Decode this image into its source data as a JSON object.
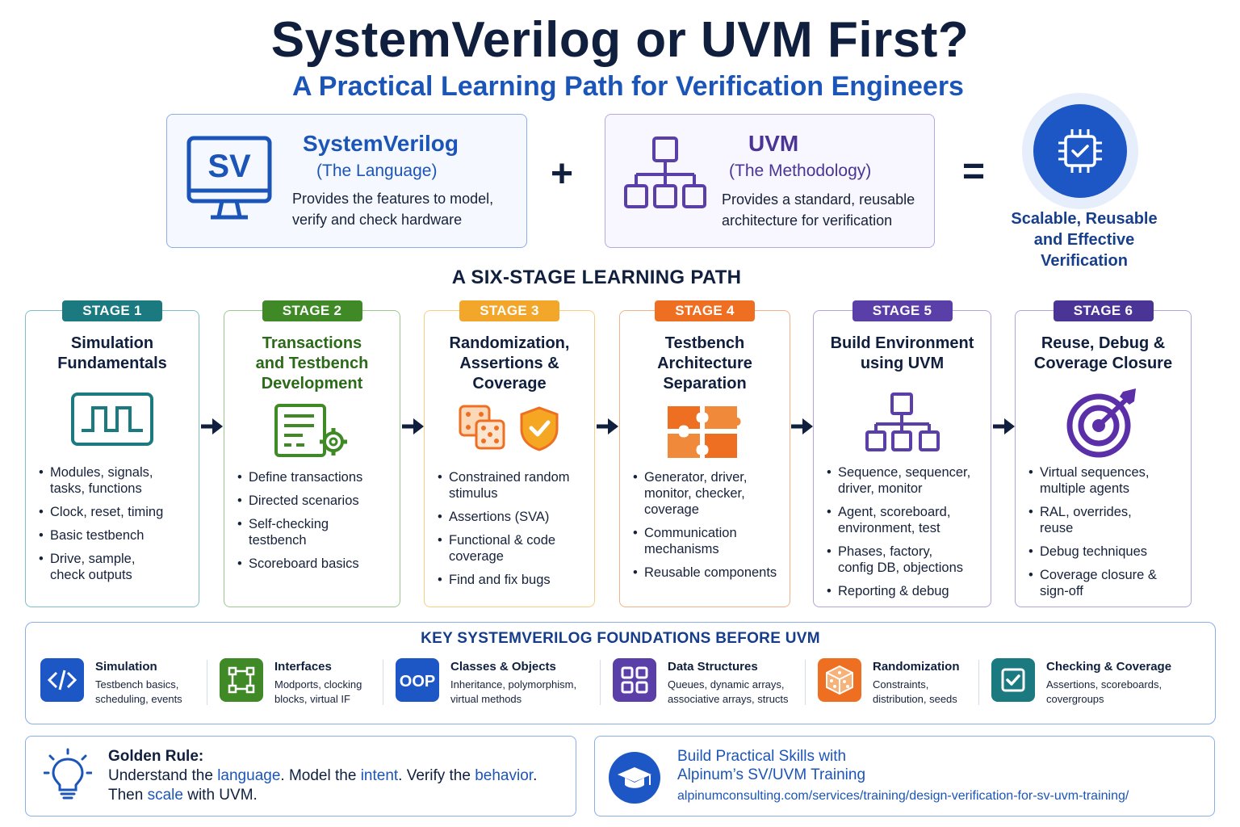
{
  "header": {
    "title": "SystemVerilog or UVM First?",
    "subtitle": "A Practical Learning Path for Verification Engineers"
  },
  "equation": {
    "sv": {
      "icon_label": "SV",
      "title": "SystemVerilog",
      "subtitle": "(The Language)",
      "desc_line1": "Provides the features to model,",
      "desc_line2": "verify and check hardware"
    },
    "plus": "+",
    "uvm": {
      "title": "UVM",
      "subtitle": "(The Methodology)",
      "desc_line1": "Provides a standard, reusable",
      "desc_line2": "architecture for verification"
    },
    "equals": "=",
    "result": {
      "line1": "Scalable, Reusable",
      "line2": "and Effective",
      "line3": "Verification"
    }
  },
  "path_heading": "A SIX-STAGE LEARNING PATH",
  "stages": [
    {
      "badge": "STAGE 1",
      "title": [
        "Simulation",
        "Fundamentals"
      ],
      "bullets": [
        [
          "Modules, signals,",
          "tasks, functions"
        ],
        [
          "Clock, reset, timing"
        ],
        [
          "Basic testbench"
        ],
        [
          "Drive, sample,",
          "check outputs"
        ]
      ]
    },
    {
      "badge": "STAGE 2",
      "title": [
        "Transactions",
        "and Testbench",
        "Development"
      ],
      "bullets": [
        [
          "Define transactions"
        ],
        [
          "Directed scenarios"
        ],
        [
          "Self-checking",
          "testbench"
        ],
        [
          "Scoreboard basics"
        ]
      ]
    },
    {
      "badge": "STAGE 3",
      "title": [
        "Randomization,",
        "Assertions &",
        "Coverage"
      ],
      "bullets": [
        [
          "Constrained random",
          "stimulus"
        ],
        [
          "Assertions (SVA)"
        ],
        [
          "Functional & code",
          "coverage"
        ],
        [
          "Find and fix bugs"
        ]
      ]
    },
    {
      "badge": "STAGE 4",
      "title": [
        "Testbench",
        "Architecture",
        "Separation"
      ],
      "bullets": [
        [
          "Generator, driver,",
          "monitor, checker,",
          "coverage"
        ],
        [
          "Communication",
          "mechanisms"
        ],
        [
          "Reusable components"
        ]
      ]
    },
    {
      "badge": "STAGE 5",
      "title": [
        "Build Environment",
        "using UVM"
      ],
      "bullets": [
        [
          "Sequence, sequencer,",
          "driver, monitor"
        ],
        [
          "Agent, scoreboard,",
          "environment, test"
        ],
        [
          "Phases, factory,",
          "config DB, objections"
        ],
        [
          "Reporting & debug"
        ]
      ]
    },
    {
      "badge": "STAGE 6",
      "title": [
        "Reuse, Debug &",
        "Coverage Closure"
      ],
      "bullets": [
        [
          "Virtual sequences,",
          "multiple agents"
        ],
        [
          "RAL, overrides,",
          "reuse"
        ],
        [
          "Debug techniques"
        ],
        [
          "Coverage closure &",
          "sign-off"
        ]
      ]
    }
  ],
  "stage_colors": [
    "#1a7a80",
    "#3f8a26",
    "#f2a62a",
    "#ef6f22",
    "#5b3fa8",
    "#4a3596"
  ],
  "stage_title_colors": [
    "#0f1f3d",
    "#2a6a18",
    "#0f1f3d",
    "#0f1f3d",
    "#0f1f3d",
    "#0f1f3d"
  ],
  "stage_border_colors": [
    "#7fbfc3",
    "#9cc98a",
    "#f6cf85",
    "#f5b088",
    "#b3a3db",
    "#b3a3db"
  ],
  "foundations": {
    "heading": "KEY SYSTEMVERILOG FOUNDATIONS BEFORE UVM",
    "items": [
      {
        "title": "Simulation",
        "desc1": "Testbench basics,",
        "desc2": "scheduling, events",
        "icon": "code-icon",
        "color": "#1d56c5"
      },
      {
        "title": "Interfaces",
        "desc1": "Modports, clocking",
        "desc2": "blocks, virtual IF",
        "icon": "interface-icon",
        "color": "#3f8a26"
      },
      {
        "title": "Classes & Objects",
        "desc1": "Inheritance, polymorphism,",
        "desc2": "virtual methods",
        "icon": "oop-icon",
        "color": "#1d56c5",
        "icon_label": "OOP"
      },
      {
        "title": "Data Structures",
        "desc1": "Queues, dynamic arrays,",
        "desc2": "associative arrays, structs",
        "icon": "grid-icon",
        "color": "#5b3fa8"
      },
      {
        "title": "Randomization",
        "desc1": "Constraints,",
        "desc2": "distribution, seeds",
        "icon": "dice-icon",
        "color": "#ef6f22"
      },
      {
        "title": "Checking & Coverage",
        "desc1": "Assertions, scoreboards,",
        "desc2": "covergroups",
        "icon": "checkbox-icon",
        "color": "#1a7a80"
      }
    ]
  },
  "golden_rule": {
    "heading": "Golden Rule:",
    "line1_a": "Understand the ",
    "line1_b": "language",
    "line1_c": ". Model the ",
    "line1_d": "intent",
    "line1_e": ". Verify the ",
    "line1_f": "behavior",
    "line1_g": ".",
    "line2_a": "Then ",
    "line2_b": "scale",
    "line2_c": " with UVM."
  },
  "cta": {
    "line1": "Build Practical Skills with",
    "line2": "Alpinum’s SV/UVM Training",
    "url": "alpinumconsulting.com/services/training/design-verification-for-sv-uvm-training/"
  }
}
